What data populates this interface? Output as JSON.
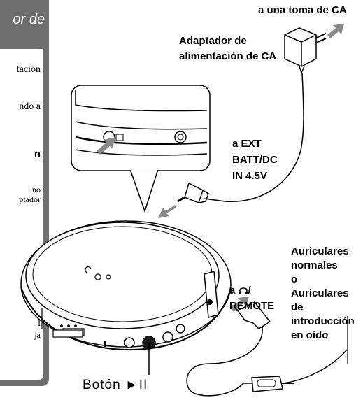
{
  "sidebar": {
    "title": "or de",
    "fragments": [
      {
        "text": "tación",
        "style": "serif"
      },
      {
        "text": "ndo a",
        "style": "serif"
      },
      {
        "text": "n",
        "style": "bold"
      },
      {
        "text": "no",
        "style": "small"
      },
      {
        "text": "ptador",
        "style": "small"
      },
      {
        "text": "n",
        "style": "bold"
      },
      {
        "text": "l",
        "style": "serif"
      },
      {
        "text": "ja",
        "style": "small"
      }
    ]
  },
  "labels": {
    "outlet": "a una toma de CA",
    "adapter_line1": "Adaptador de",
    "adapter_line2": "alimentación de CA",
    "ext_line1": "a EXT",
    "ext_line2": "BATT/DC",
    "ext_line3": "IN 4.5V",
    "remote_line1": "a ",
    "remote_line1b": "/",
    "remote_line2": "REMOTE",
    "headphones": [
      "Auriculares",
      "normales",
      "o",
      "Auriculares",
      "de",
      "introducción",
      "en oído"
    ],
    "play_button": "Botón ►II"
  },
  "colors": {
    "sidebar": "#6e6e6e",
    "arrow": "#8a8a8a",
    "line": "#000000"
  }
}
